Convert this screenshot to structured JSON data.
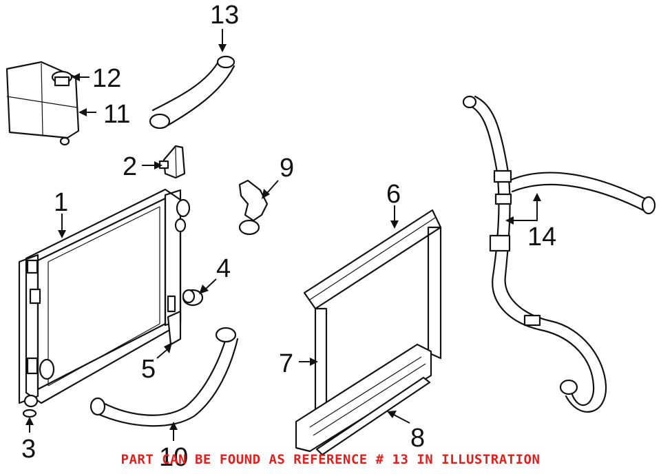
{
  "callouts": {
    "c1": "1",
    "c2": "2",
    "c3": "3",
    "c4": "4",
    "c5": "5",
    "c6": "6",
    "c7": "7",
    "c8": "8",
    "c9": "9",
    "c10": "10",
    "c11": "11",
    "c12": "12",
    "c13": "13",
    "c14": "14"
  },
  "notice": {
    "text": "PART CAN BE FOUND AS REFERENCE # 13 IN ILLUSTRATION",
    "color": "#e0201c"
  },
  "colors": {
    "line": "#111111",
    "background": "#ffffff"
  }
}
